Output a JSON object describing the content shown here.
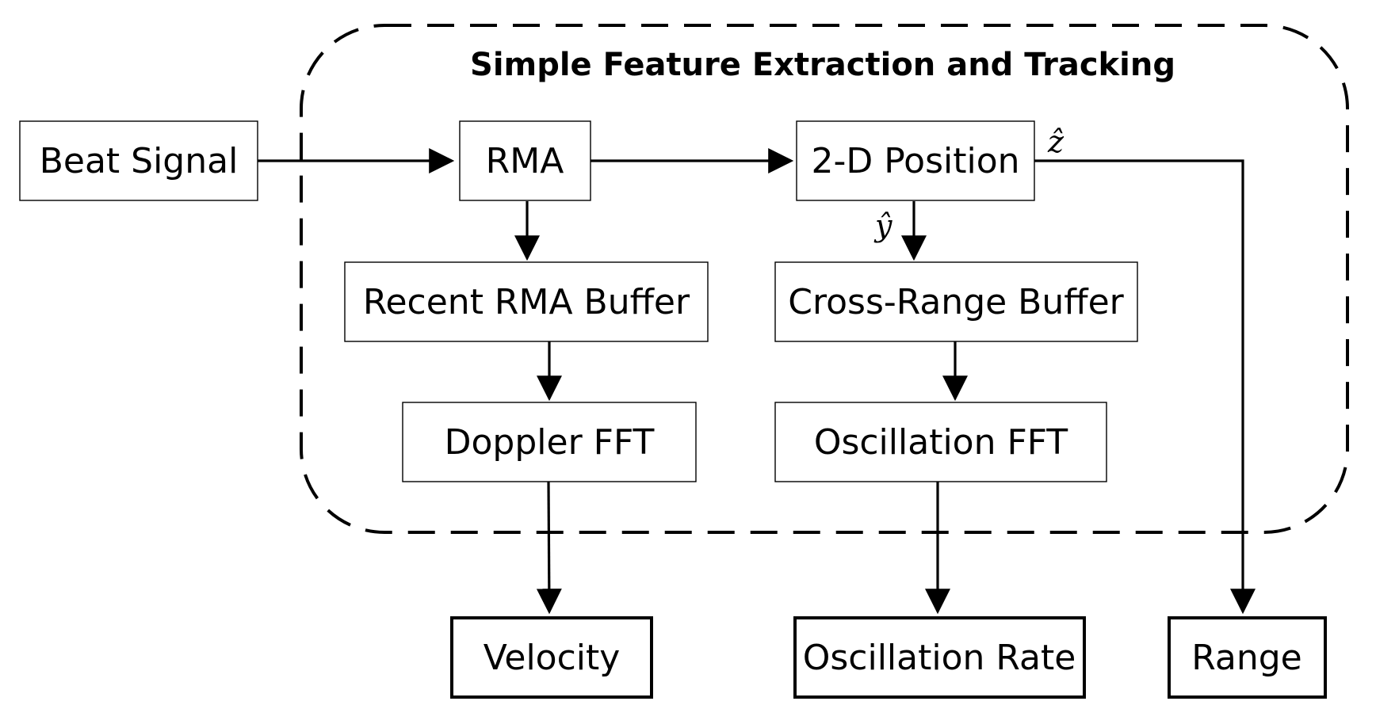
{
  "group": {
    "title": "Simple Feature Extraction and Tracking"
  },
  "nodes": {
    "beat_signal": "Beat Signal",
    "rma": "RMA",
    "position_2d": "2-D Position",
    "recent_rma_buffer": "Recent RMA Buffer",
    "cross_range_buffer": "Cross-Range Buffer",
    "doppler_fft": "Doppler FFT",
    "oscillation_fft": "Oscillation FFT",
    "velocity": "Velocity",
    "oscillation_rate": "Oscillation Rate",
    "range": "Range"
  },
  "edge_labels": {
    "z_hat": "ẑ",
    "y_hat": "ŷ"
  }
}
